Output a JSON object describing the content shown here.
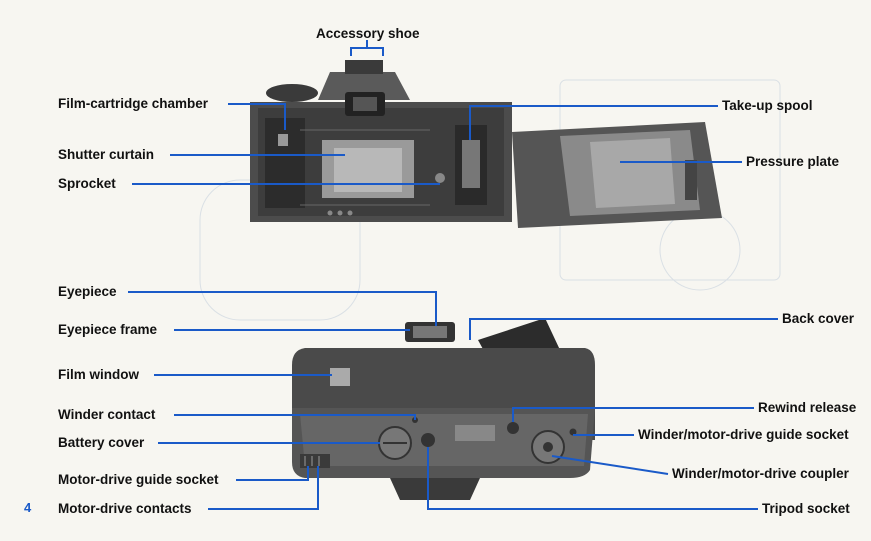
{
  "page_number": "4",
  "labels": {
    "accessory_shoe": "Accessory shoe",
    "film_cartridge_chamber": "Film-cartridge chamber",
    "shutter_curtain": "Shutter curtain",
    "sprocket": "Sprocket",
    "take_up_spool": "Take-up spool",
    "pressure_plate": "Pressure plate",
    "eyepiece": "Eyepiece",
    "eyepiece_frame": "Eyepiece frame",
    "film_window": "Film window",
    "winder_contact": "Winder contact",
    "battery_cover": "Battery cover",
    "motor_drive_guide_socket": "Motor-drive guide socket",
    "motor_drive_contacts": "Motor-drive contacts",
    "back_cover": "Back cover",
    "rewind_release": "Rewind release",
    "winder_guide_socket": "Winder/motor-drive guide socket",
    "winder_coupler": "Winder/motor-drive coupler",
    "tripod_socket": "Tripod socket"
  },
  "colors": {
    "leader": "#1a5ac8",
    "camera": "#4a4a4a",
    "camera_dark": "#2a2a2a"
  }
}
